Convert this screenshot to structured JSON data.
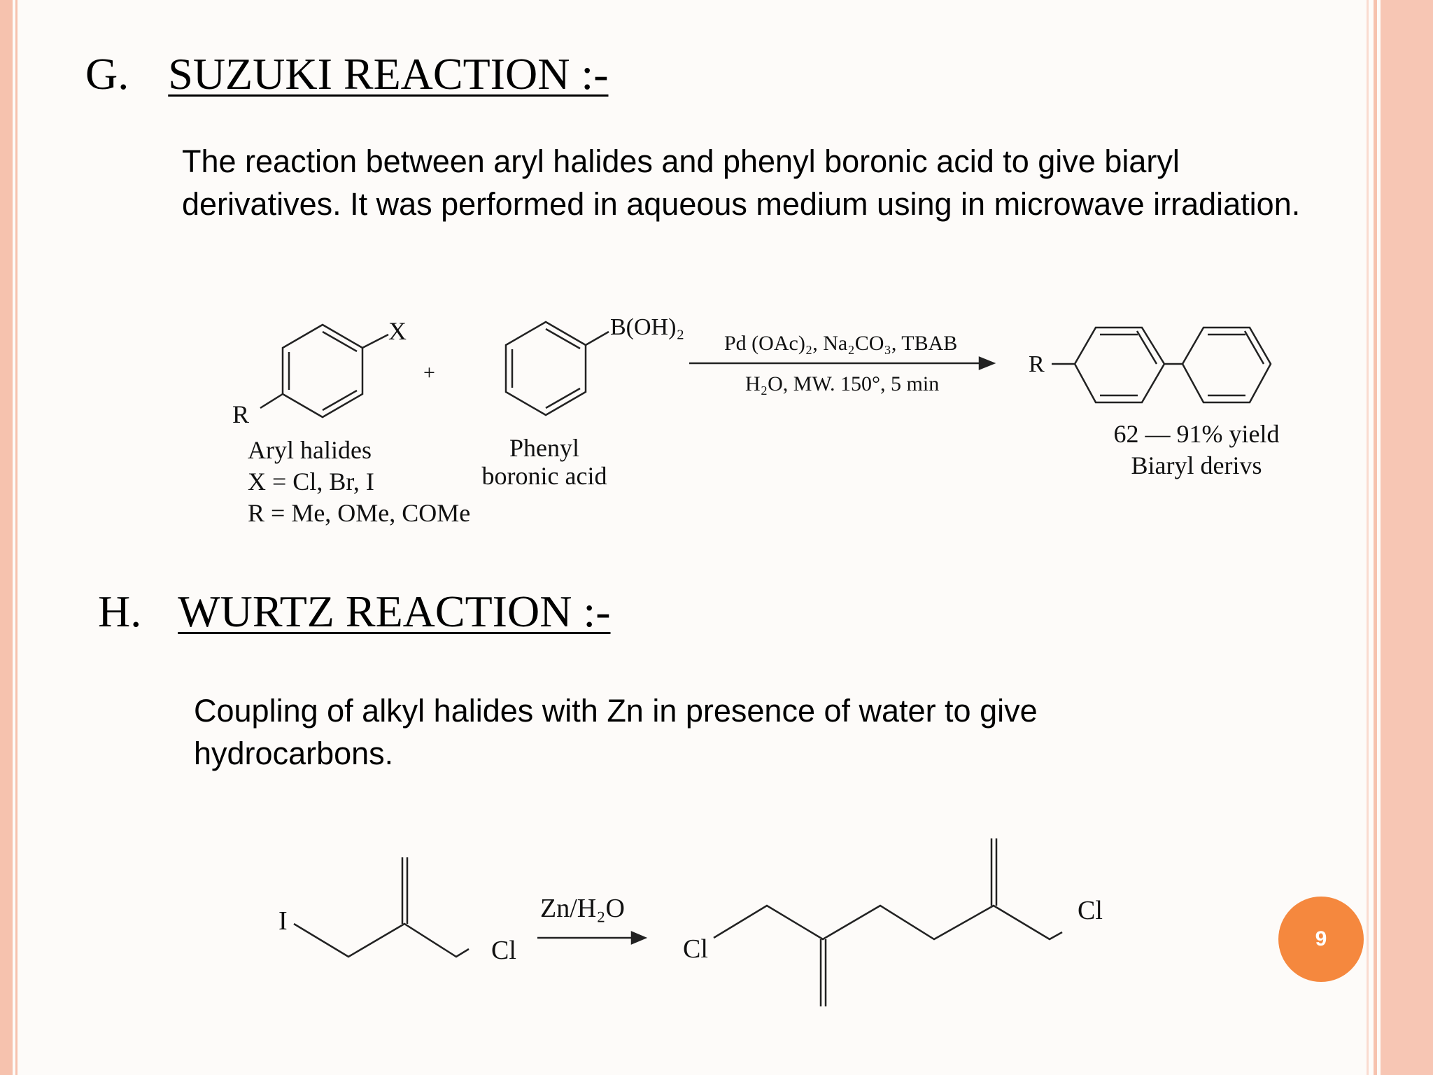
{
  "section_g": {
    "letter": "G.",
    "title": "SUZUKI REACTION :-",
    "description": "The reaction between aryl halides and phenyl boronic acid to give biaryl derivatives. It was performed in aqueous medium using in microwave irradiation."
  },
  "suzuki_scheme": {
    "aryl_halide": {
      "substituent_x": "X",
      "substituent_r": "R",
      "name": "Aryl halides",
      "x_values": "X = Cl, Br, I",
      "r_values": "R = Me, OMe, COMe"
    },
    "plus": "+",
    "boronic_acid": {
      "group": "B(OH)₂",
      "name_line1": "Phenyl",
      "name_line2": "boronic acid"
    },
    "conditions_top": "Pd (OAc)₂, Na₂CO₃, TBAB",
    "conditions_bottom": "H₂O, MW. 150°, 5 min",
    "product": {
      "substituent_r": "R",
      "yield": "62 — 91% yield",
      "name": "Biaryl derivs"
    }
  },
  "section_h": {
    "letter": "H.",
    "title": "WURTZ  REACTION  :-",
    "description": "Coupling of alkyl halides with Zn in presence of water to give hydrocarbons."
  },
  "wurtz_scheme": {
    "reactant_iodo": "I",
    "reactant_chloro": "Cl",
    "reagent": "Zn/H₂O",
    "product_chloro_left": "Cl",
    "product_chloro_right": "Cl"
  },
  "slide_number": "9"
}
